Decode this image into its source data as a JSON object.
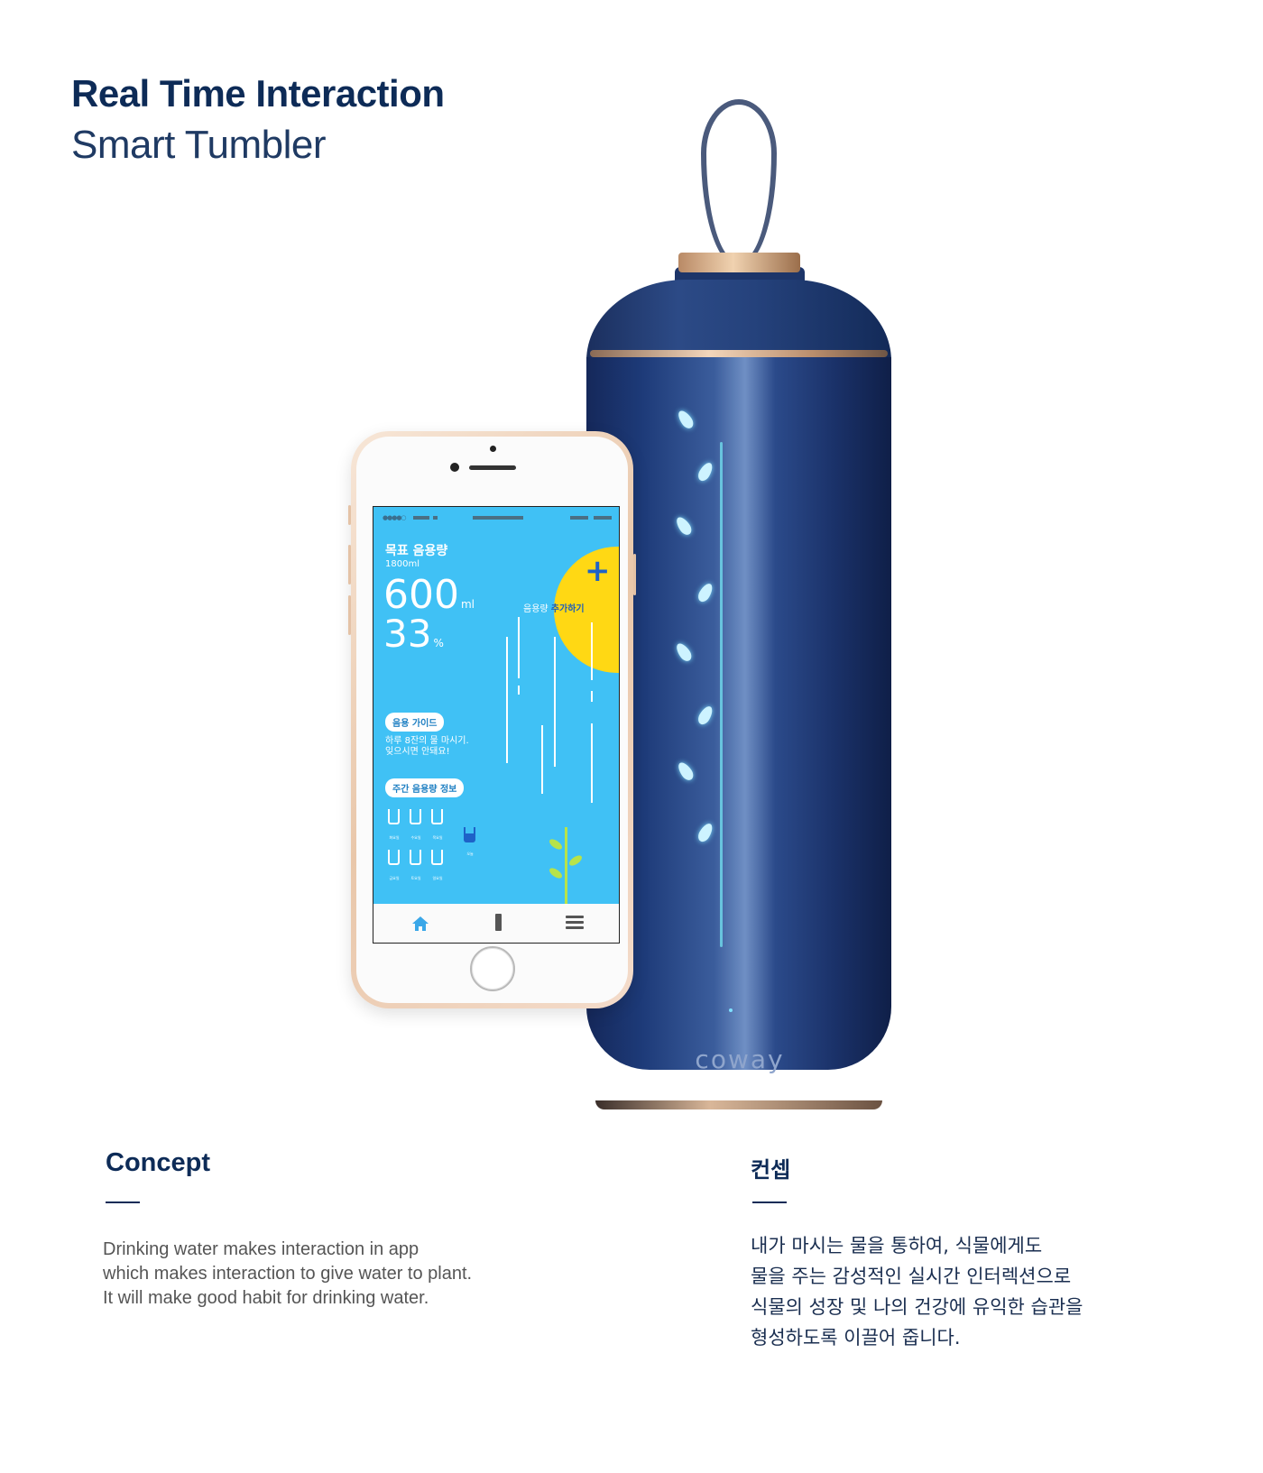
{
  "hero": {
    "title": "Real Time Interaction",
    "subtitle": "Smart Tumbler"
  },
  "tumbler": {
    "brand": "coway",
    "colors": {
      "body": "#1d3a78",
      "accent_gold": "#d9b799",
      "glow": "#7fe0ff"
    }
  },
  "app": {
    "status_dots": "●●●●○",
    "goal_title": "목표 음용량",
    "goal_amount": "1800ml",
    "intake_value": "600",
    "intake_unit": "ml",
    "percent_value": "33",
    "percent_unit": "%",
    "add_prefix": "음용량",
    "add_highlight": "추가하기",
    "guide_pill": "음용 가이드",
    "guide_line1": "하루 8잔의 물 마시기.",
    "guide_line2": "잊으시면 안돼요!",
    "weekly_pill": "주간 음용량 정보",
    "weekly_days": [
      "화요일",
      "수요일",
      "목요일",
      "금요일",
      "토요일",
      "일요일"
    ],
    "today_label": "오늘",
    "tab_icons": [
      "home-icon",
      "battery-icon",
      "menu-icon"
    ],
    "colors": {
      "screen_bg": "#40c1f5",
      "sun": "#ffd814",
      "accent": "#1e62c8",
      "plant": "#b7e34a"
    }
  },
  "concept": {
    "en_title": "Concept",
    "en_text": [
      "Drinking water makes interaction in app",
      "which makes interaction to give water to plant.",
      "It will make good habit for drinking water."
    ],
    "ko_title": "컨셉",
    "ko_text": [
      "내가 마시는 물을 통하여, 식물에게도",
      "물을 주는 감성적인 실시간 인터렉션으로",
      "식물의 성장 및 나의 건강에 유익한 습관을",
      "형성하도록 이끌어 줍니다."
    ]
  }
}
